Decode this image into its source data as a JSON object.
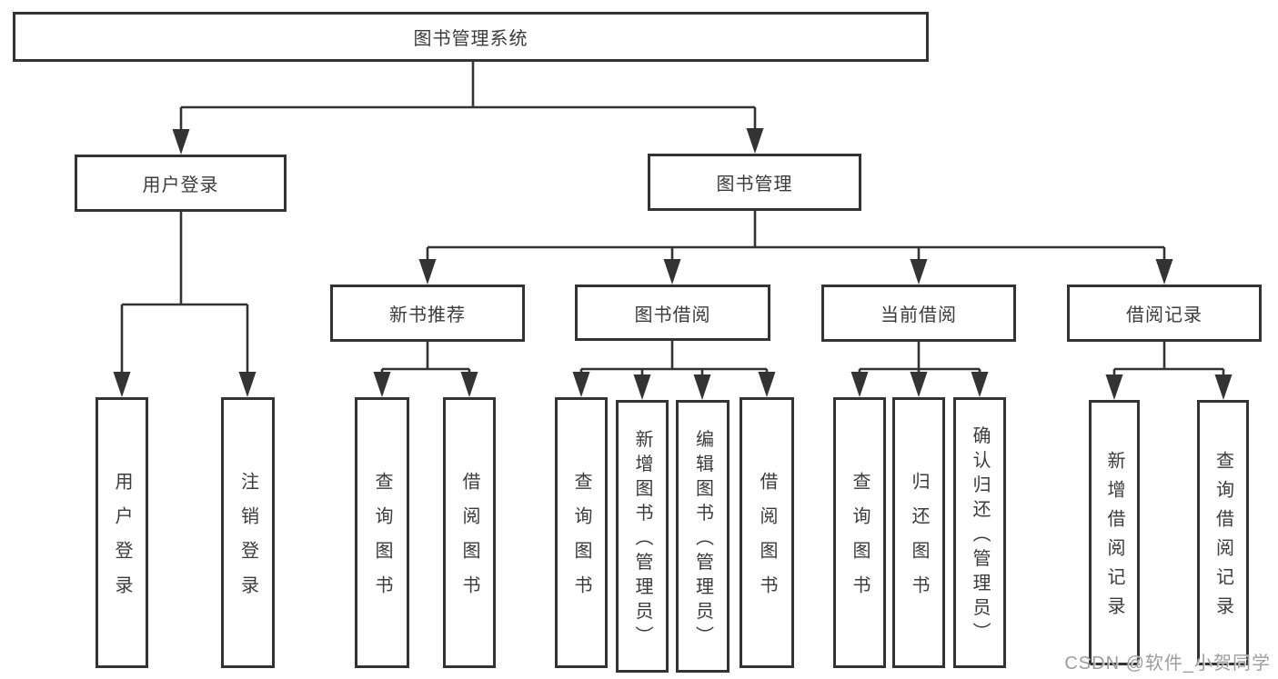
{
  "diagram": {
    "root": {
      "label": "图书管理系统"
    },
    "level2": [
      {
        "label": "用户登录"
      },
      {
        "label": "图书管理"
      }
    ],
    "level3": [
      {
        "label": "新书推荐"
      },
      {
        "label": "图书借阅"
      },
      {
        "label": "当前借阅"
      },
      {
        "label": "借阅记录"
      }
    ],
    "leaves": [
      {
        "label": "用户登录"
      },
      {
        "label": "注销登录"
      },
      {
        "label": "查询图书"
      },
      {
        "label": "借阅图书"
      },
      {
        "label": "查询图书"
      },
      {
        "label": "新增图书（管理员）"
      },
      {
        "label": "编辑图书（管理员）"
      },
      {
        "label": "借阅图书"
      },
      {
        "label": "查询图书"
      },
      {
        "label": "归还图书"
      },
      {
        "label": "确认归还（管理员）"
      },
      {
        "label": "新增借阅记录"
      },
      {
        "label": "查询借阅记录"
      }
    ]
  },
  "watermark": {
    "text": "CSDN @软件_小贺同学"
  },
  "colors": {
    "line": "#333333",
    "box_border": "#333333",
    "box_background": "#ffffff",
    "text": "#3b3b3b",
    "watermark": "#9d9d9d",
    "page_background": "#ffffff"
  }
}
